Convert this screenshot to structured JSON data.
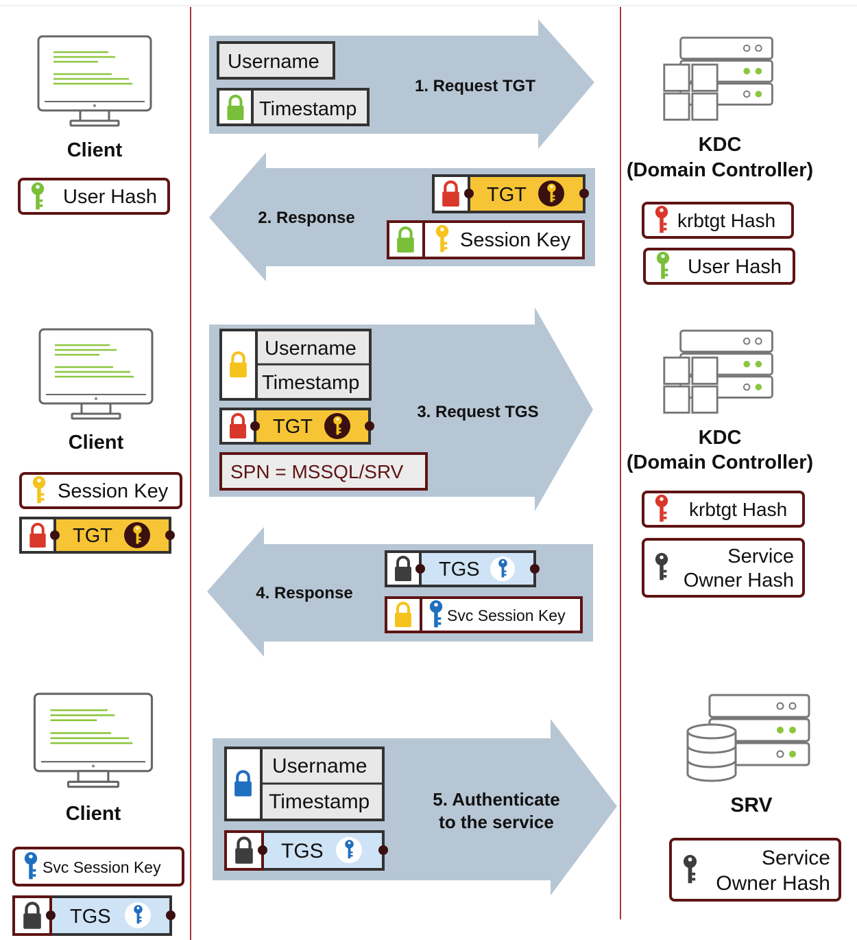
{
  "colors": {
    "arrow": "#b7c6d4",
    "divider": "#a8363a",
    "tag_border": "#5e1414",
    "box_border": "#333333",
    "box_fill": "#e8e8e8",
    "tgt_fill": "#f7c436",
    "tgs_fill": "#cfe3f6",
    "lock_red": "#d9372a",
    "lock_green": "#79bf3a",
    "lock_yellow": "#f5c31d",
    "lock_blue": "#1f6fbf",
    "lock_gray": "#3d3d3d",
    "key_green": "#79bf3a",
    "key_red": "#d9372a",
    "key_yellow": "#f5c31d",
    "key_blue": "#1f6fbf",
    "key_gray": "#3d3d3d",
    "screen_lines": "#8cc63e"
  },
  "row1": {
    "client_label": "Client",
    "client_key": "User Hash",
    "arrow_label": "1. Request TGT",
    "msg_username": "Username",
    "msg_timestamp": "Timestamp",
    "kdc_title": "KDC",
    "kdc_subtitle": "(Domain Controller)",
    "kdc_key1": "krbtgt Hash",
    "kdc_key2": "User Hash"
  },
  "row2": {
    "arrow_label": "2. Response",
    "tgt_label": "TGT",
    "session_key_label": "Session Key"
  },
  "row3": {
    "client_label": "Client",
    "client_key1": "Session Key",
    "client_tgt": "TGT",
    "arrow_label": "3. Request TGS",
    "msg_username": "Username",
    "msg_timestamp": "Timestamp",
    "msg_tgt": "TGT",
    "spn": "SPN = MSSQL/SRV",
    "kdc_title": "KDC",
    "kdc_subtitle": "(Domain Controller)",
    "kdc_key1": "krbtgt Hash",
    "kdc_key2_line1": "Service",
    "kdc_key2_line2": "Owner Hash"
  },
  "row4": {
    "arrow_label": "4. Response",
    "tgs_label": "TGS",
    "svc_session_key": "Svc Session Key"
  },
  "row5": {
    "client_label": "Client",
    "client_key1": "Svc Session Key",
    "client_tgs": "TGS",
    "arrow_label_line1": "5. Authenticate",
    "arrow_label_line2": "to the service",
    "msg_username": "Username",
    "msg_timestamp": "Timestamp",
    "msg_tgs": "TGS",
    "srv_title": "SRV",
    "srv_key_line1": "Service",
    "srv_key_line2": "Owner Hash"
  }
}
